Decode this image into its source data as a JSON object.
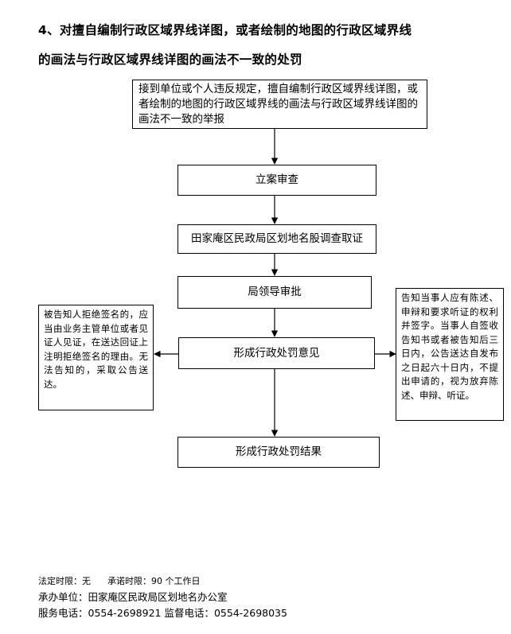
{
  "title": {
    "line1": "4、对擅自编制行政区域界线详图，或者绘制的地图的行政区域界线",
    "line2": "的画法与行政区域界线详图的画法不一致的处罚"
  },
  "flow": {
    "step1": "接到单位或个人违反规定，擅自编制行政区域界线详图，或者绘制的地图的行政区域界线的画法与行政区域界线详图的画法不一致的举报",
    "step2": "立案审查",
    "step3": "田家庵区民政局区划地名股调查取证",
    "step4": "局领导审批",
    "step5": "形成行政处罚意见",
    "step6": "形成行政处罚结果",
    "left_note": "被告知人拒绝签名的，应当由业务主管单位或者见证人见证，在送达回证上注明拒绝签名的理由。无法告知的，采取公告送达。",
    "right_note": "告知当事人应有陈述、申辩和要求听证的权利并签字。当事人自签收告知书或者被告知后三日内，公告送达自发布之日起六十日内，不提出申请的，视为放弃陈述、申辩、听证。"
  },
  "footer": {
    "time_limits": "法定时限：无      承诺时限：90 个工作日",
    "office": "承办单位：田家庵区民政局区划地名办公室",
    "phones": "服务电话：0554-2698921 监督电话：0554-2698035"
  }
}
